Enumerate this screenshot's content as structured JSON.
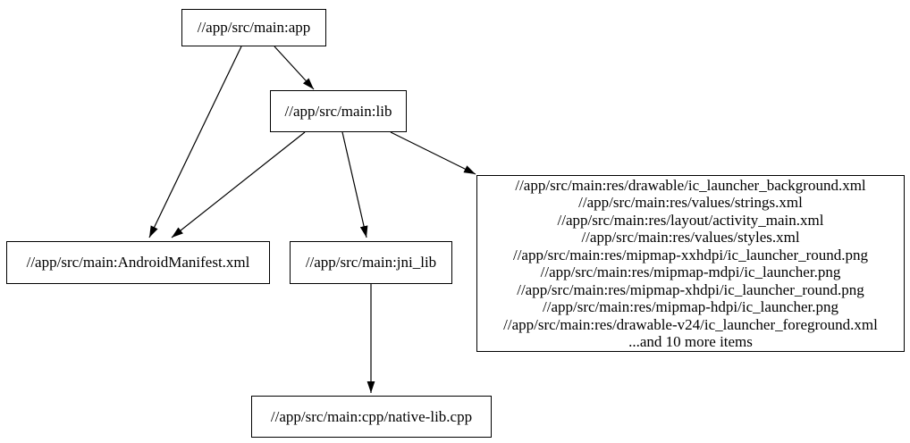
{
  "graph": {
    "type": "dependency-graph",
    "colors": {
      "background": "#ffffff",
      "node_border": "#000000",
      "text": "#000000",
      "edge": "#000000"
    },
    "nodes": [
      {
        "id": "app",
        "label": "//app/src/main:app"
      },
      {
        "id": "lib",
        "label": "//app/src/main:lib"
      },
      {
        "id": "manifest",
        "label": "//app/src/main:AndroidManifest.xml"
      },
      {
        "id": "jni_lib",
        "label": "//app/src/main:jni_lib"
      },
      {
        "id": "res_files",
        "lines": [
          "//app/src/main:res/drawable/ic_launcher_background.xml",
          "//app/src/main:res/values/strings.xml",
          "//app/src/main:res/layout/activity_main.xml",
          "//app/src/main:res/values/styles.xml",
          "//app/src/main:res/mipmap-xxhdpi/ic_launcher_round.png",
          "//app/src/main:res/mipmap-mdpi/ic_launcher.png",
          "//app/src/main:res/mipmap-xhdpi/ic_launcher_round.png",
          "//app/src/main:res/mipmap-hdpi/ic_launcher.png",
          "//app/src/main:res/drawable-v24/ic_launcher_foreground.xml",
          "...and 10 more items"
        ]
      },
      {
        "id": "cpp",
        "label": "//app/src/main:cpp/native-lib.cpp"
      }
    ],
    "edges": [
      {
        "from": "app",
        "to": "lib"
      },
      {
        "from": "app",
        "to": "manifest"
      },
      {
        "from": "lib",
        "to": "manifest"
      },
      {
        "from": "lib",
        "to": "jni_lib"
      },
      {
        "from": "lib",
        "to": "res_files"
      },
      {
        "from": "jni_lib",
        "to": "cpp"
      }
    ]
  }
}
